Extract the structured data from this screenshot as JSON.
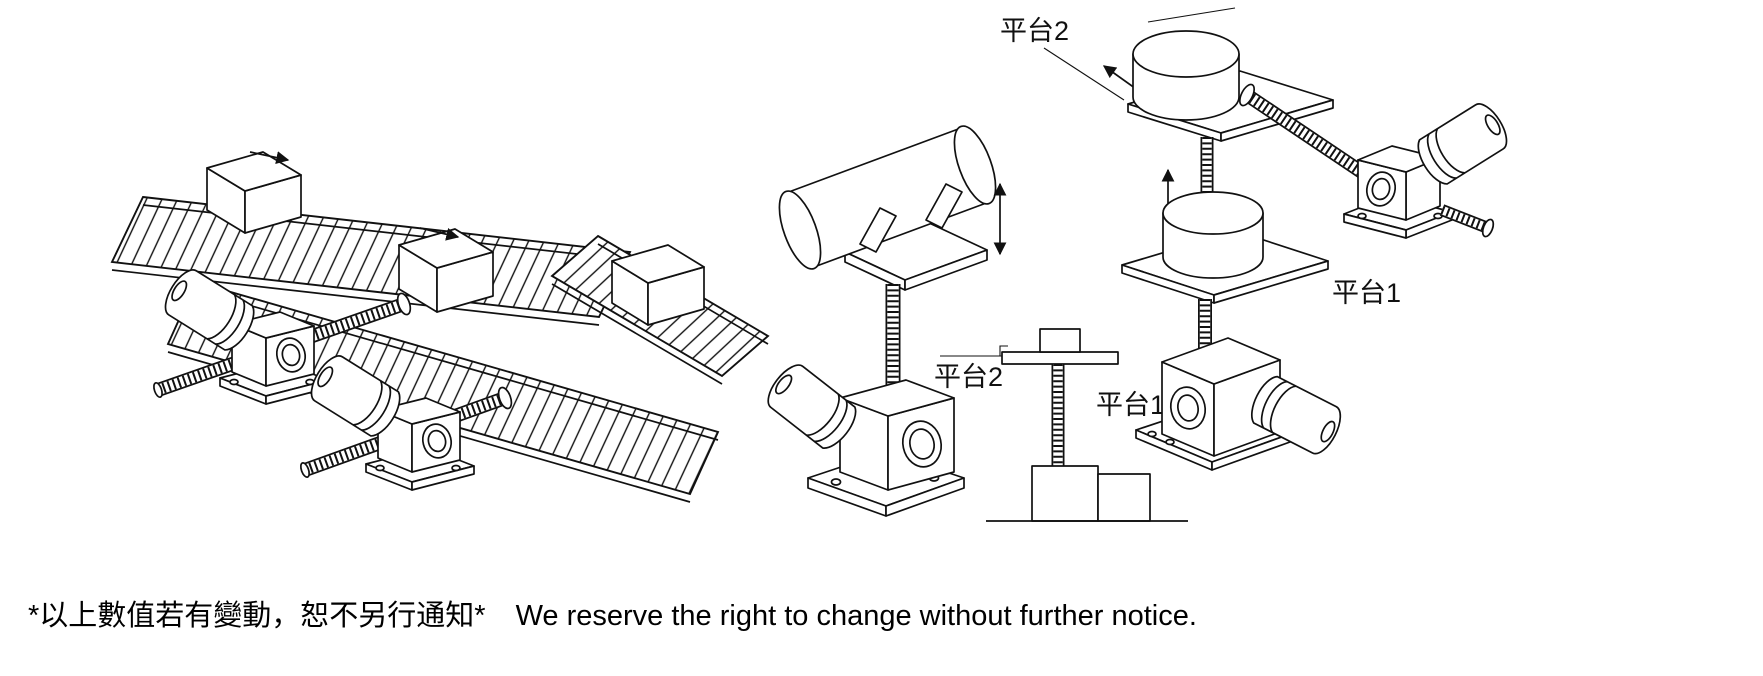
{
  "page": {
    "background_color": "#ffffff",
    "line_color": "#111111"
  },
  "figures": {
    "conveyor_transfer": {
      "name": "roller-conveyor-transfer-with-screw-jack-pushers"
    },
    "pipe_lifter": {
      "name": "screw-jack-vertical-pipe-lift"
    },
    "schematic": {
      "name": "platform-lift-side-schematic",
      "labels": {
        "platform2": "平台2",
        "platform1": "平台1"
      }
    },
    "two_stage": {
      "name": "two-stage-platform-screw-jack-system",
      "labels": {
        "platform2": "平台2",
        "platform1": "平台1"
      }
    }
  },
  "footer": {
    "notice_zh": "*以上數值若有變動，恕不另行通知*",
    "notice_en": "We reserve the right to change without further notice."
  }
}
